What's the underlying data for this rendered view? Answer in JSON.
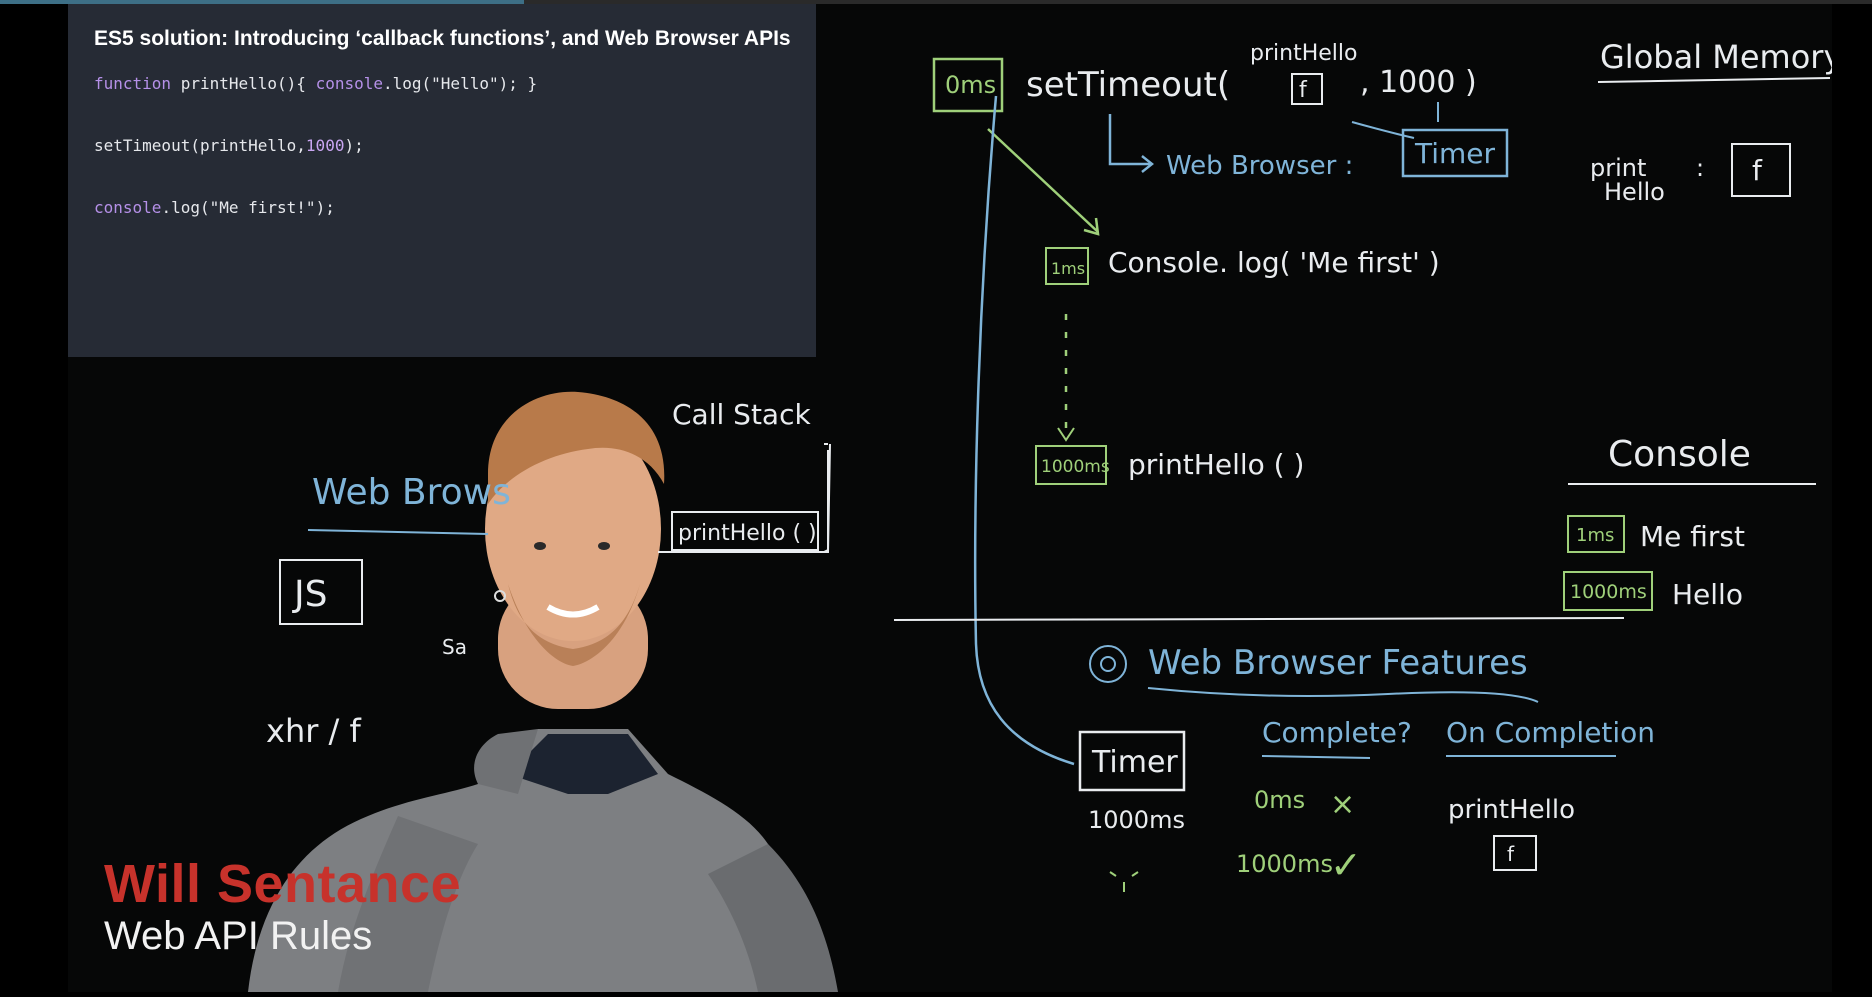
{
  "player": {
    "progress_fraction": 0.28
  },
  "slide": {
    "title": "ES5 solution: Introducing ‘callback functions’, and Web Browser APIs",
    "code": {
      "line1_kw": "function",
      "line1_fn": " printHello(){ ",
      "line1_obj": "console",
      "line1_rest": ".log(\"Hello\"); }",
      "line2_fn": "setTimeout(printHello,",
      "line2_num": "1000",
      "line2_end": ");",
      "line3_obj": "console",
      "line3_rest": ".log(\"Me first!\");"
    }
  },
  "whiteboard": {
    "time_0ms": "0ms",
    "settimeout": "setTimeout(",
    "arg_printhello": "printHello",
    "arg_f": "f",
    "arg_1000": ", 1000 )",
    "web_browser_arrow": "Web Browser :",
    "timer_top": "Timer",
    "time_1ms": "1ms",
    "console_log_me_first": "Console. log( 'Me first' )",
    "time_1000ms": "1000ms",
    "printhello_call": "printHello ( )",
    "global_memory": "Global Memory",
    "print_hello_label_1": "print",
    "print_hello_label_2": "Hello",
    "global_f": "f",
    "console_heading": "Console",
    "console_1ms": "1ms",
    "console_me_first": "Me first",
    "console_1000ms": "1000ms",
    "console_hello": "Hello",
    "web_browser_features": "Web Browser Features",
    "complete_header": "Complete?",
    "on_completion_header": "On Completion",
    "timer_feature": "Timer",
    "timer_duration": "1000ms",
    "row1_time": "0ms",
    "row1_mark": "×",
    "row2_time": "1000ms",
    "row2_mark": "✓",
    "completion_fn": "printHello",
    "completion_f": "f",
    "call_stack": "Call Stack",
    "call_stack_frame": "printHello ( )",
    "web_browser_left": "Web Brows",
    "js_box": "JS",
    "xhr": "xhr / f",
    "sa": "Sa"
  },
  "lower_third": {
    "name": "Will Sentance",
    "subtitle": "Web API Rules"
  },
  "colors": {
    "chalk_white": "#e9ecef",
    "chalk_blue": "#7fb4d8",
    "chalk_green": "#9fd07a",
    "name_red": "#c7322b",
    "panel_bg": "#262b35",
    "keyword_purple": "#b590e8"
  }
}
